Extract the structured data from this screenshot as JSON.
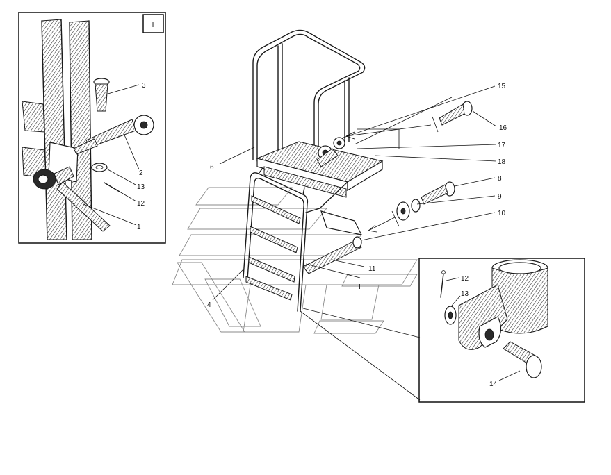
{
  "detail_views": {
    "inset_left": {
      "title": "I"
    },
    "main_view_marker": "I"
  },
  "callouts": [
    {
      "id": "c1",
      "text": "1"
    },
    {
      "id": "c2",
      "text": "2"
    },
    {
      "id": "c3",
      "text": "3"
    },
    {
      "id": "c12a",
      "text": "12"
    },
    {
      "id": "c13a",
      "text": "13"
    },
    {
      "id": "c4",
      "text": "4"
    },
    {
      "id": "c6",
      "text": "6"
    },
    {
      "id": "c8",
      "text": "8"
    },
    {
      "id": "c9",
      "text": "9"
    },
    {
      "id": "c10",
      "text": "10"
    },
    {
      "id": "c11",
      "text": "11"
    },
    {
      "id": "c15",
      "text": "15"
    },
    {
      "id": "c16",
      "text": "16"
    },
    {
      "id": "c17",
      "text": "17"
    },
    {
      "id": "c18",
      "text": "18"
    },
    {
      "id": "c12b",
      "text": "12"
    },
    {
      "id": "c13b",
      "text": "13"
    },
    {
      "id": "c14",
      "text": "14"
    }
  ]
}
